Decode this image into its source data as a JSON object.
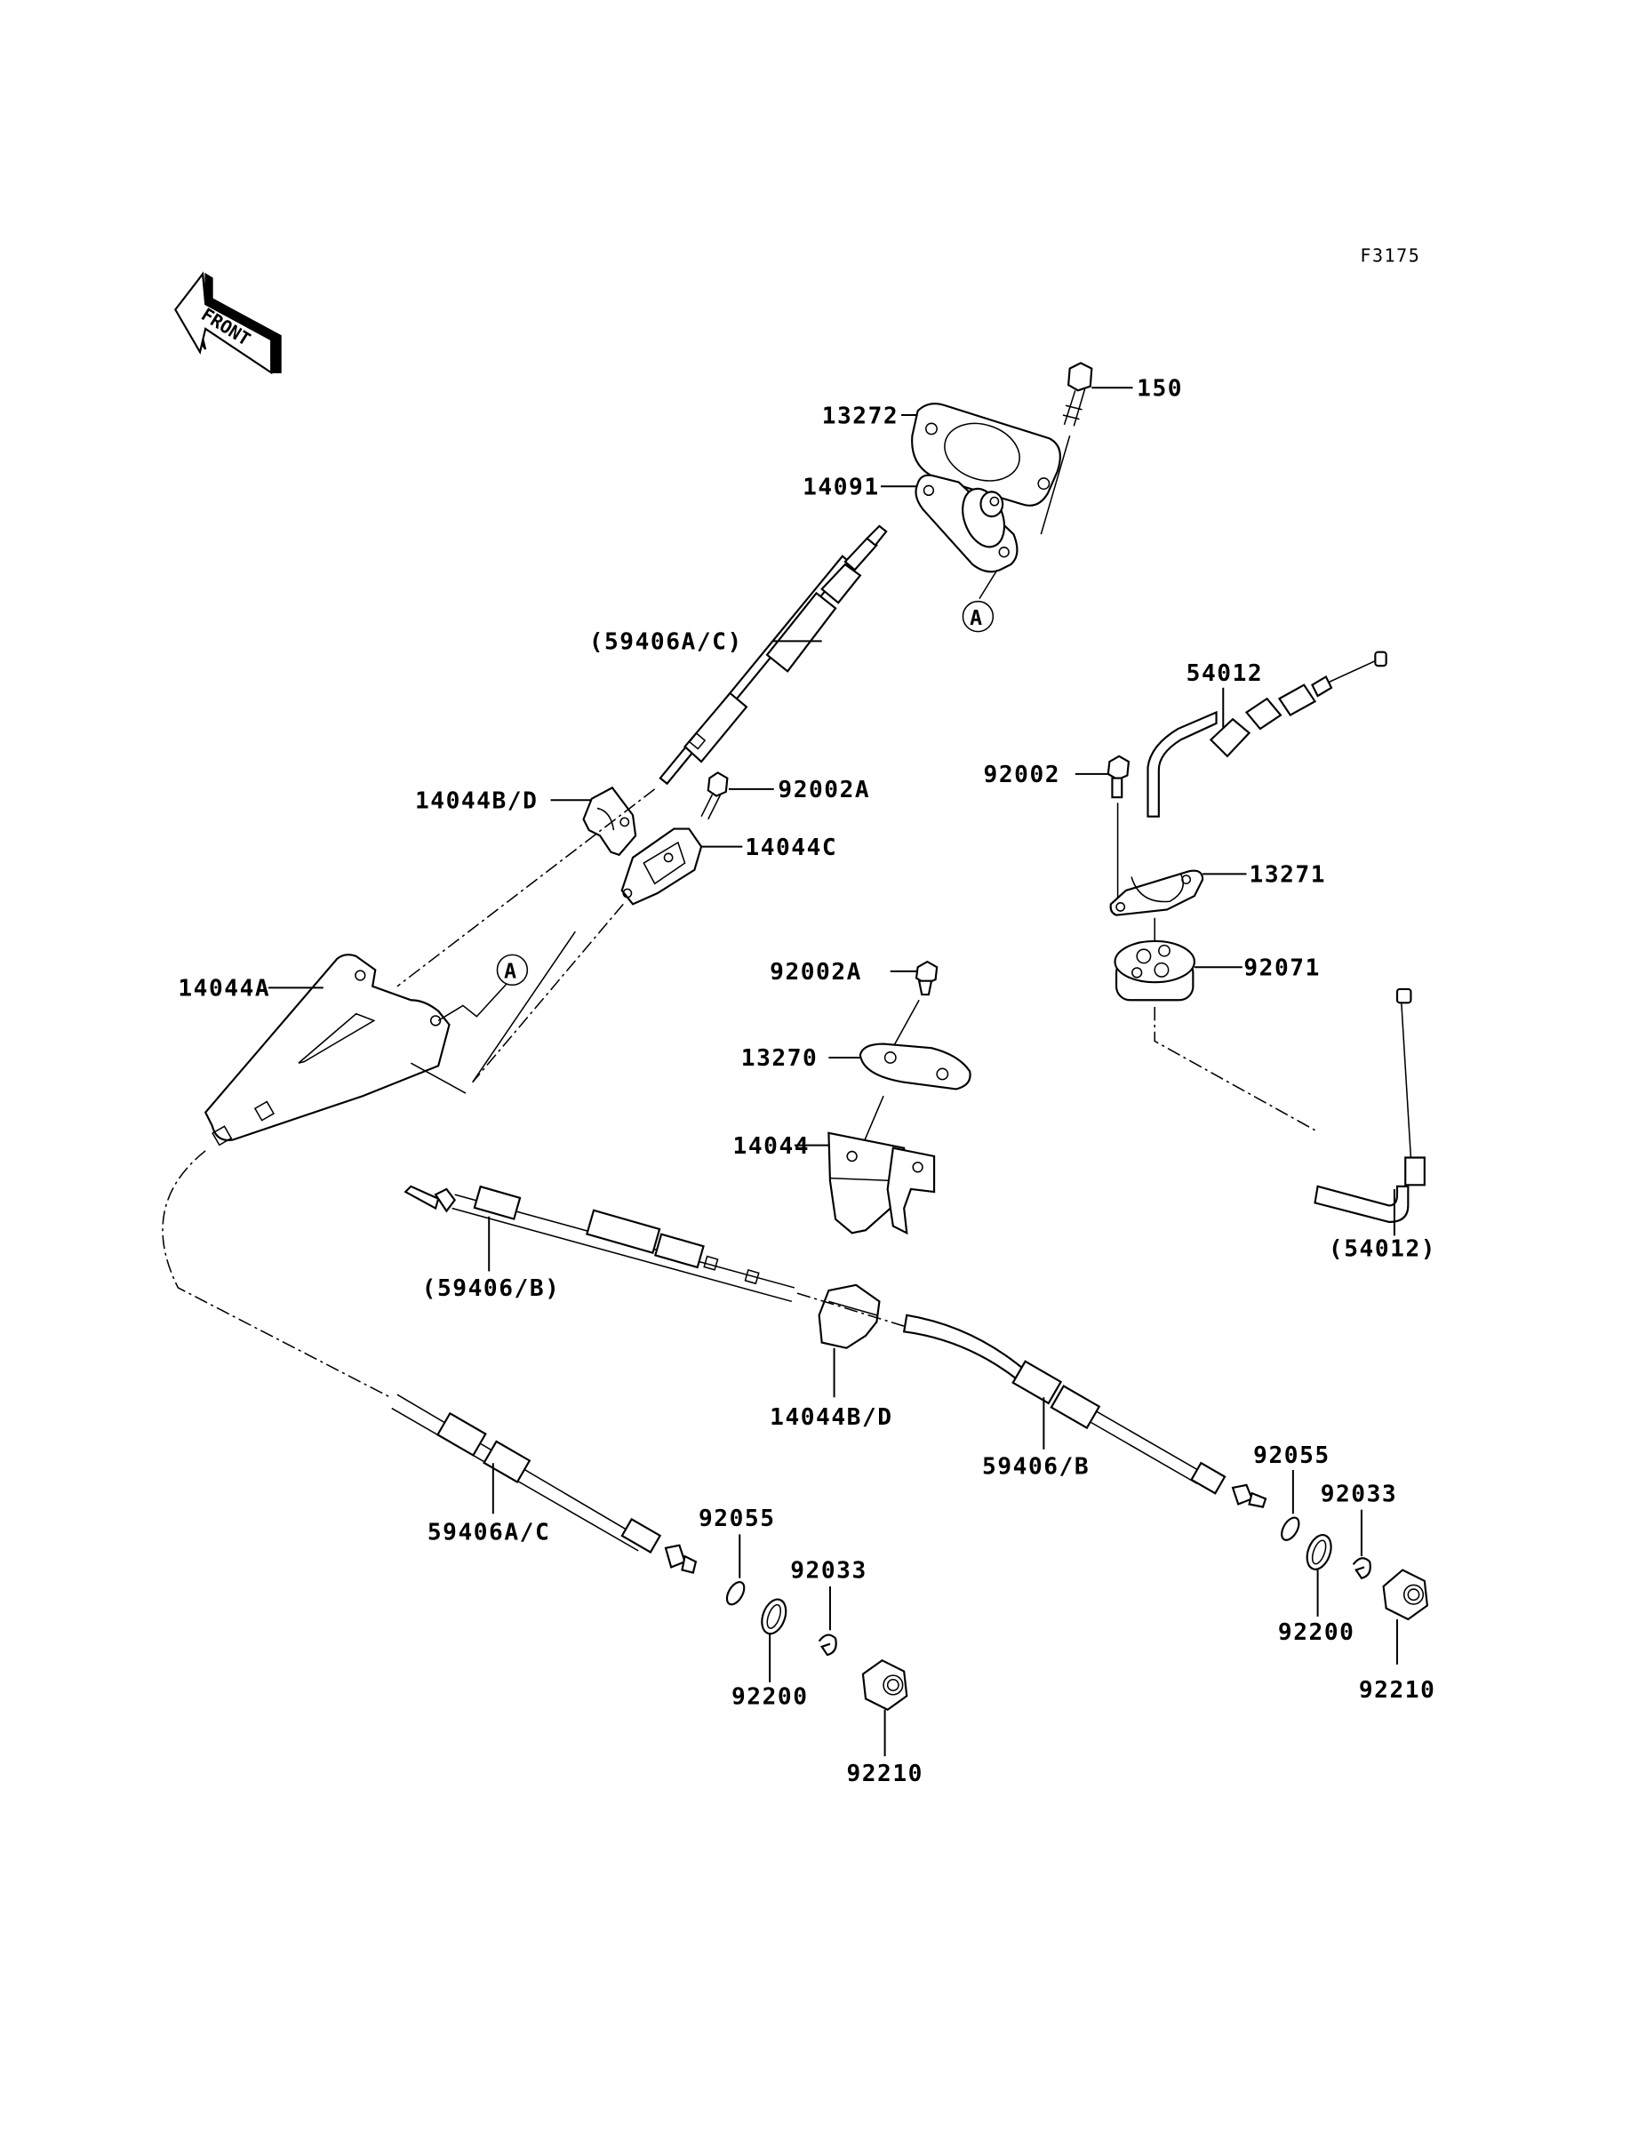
{
  "figure_code": "F3175",
  "front_arrow": {
    "label": "FRONT",
    "icon": "front-direction-arrow-icon"
  },
  "reference_marker": "A",
  "callouts": {
    "bolt_150": "150",
    "gasket_13272": "13272",
    "holder_14091": "14091",
    "cable_59406ac_upper": "(59406A/C)",
    "bracket_14044bd_upper": "14044B/D",
    "bolt_92002a_upper": "92002A",
    "bracket_14044c": "14044C",
    "bracket_14044a": "14044A",
    "cable_54012": "54012",
    "bolt_92002": "92002",
    "plate_13271": "13271",
    "grommet_92071": "92071",
    "bolt_92002a_lower": "92002A",
    "plate_13270": "13270",
    "bracket_14044": "14044",
    "cable_54012_paren": "(54012)",
    "cable_59406b_paren": "(59406/B)",
    "bracket_14044bd_lower": "14044B/D",
    "cable_59406b": "59406/B",
    "cable_59406ac_lower": "59406A/C",
    "oring_92055_left": "92055",
    "clip_92033_left": "92033",
    "washer_92200_left": "92200",
    "nut_92210_left": "92210",
    "oring_92055_right": "92055",
    "clip_92033_right": "92033",
    "washer_92200_right": "92200",
    "nut_92210_right": "92210"
  }
}
